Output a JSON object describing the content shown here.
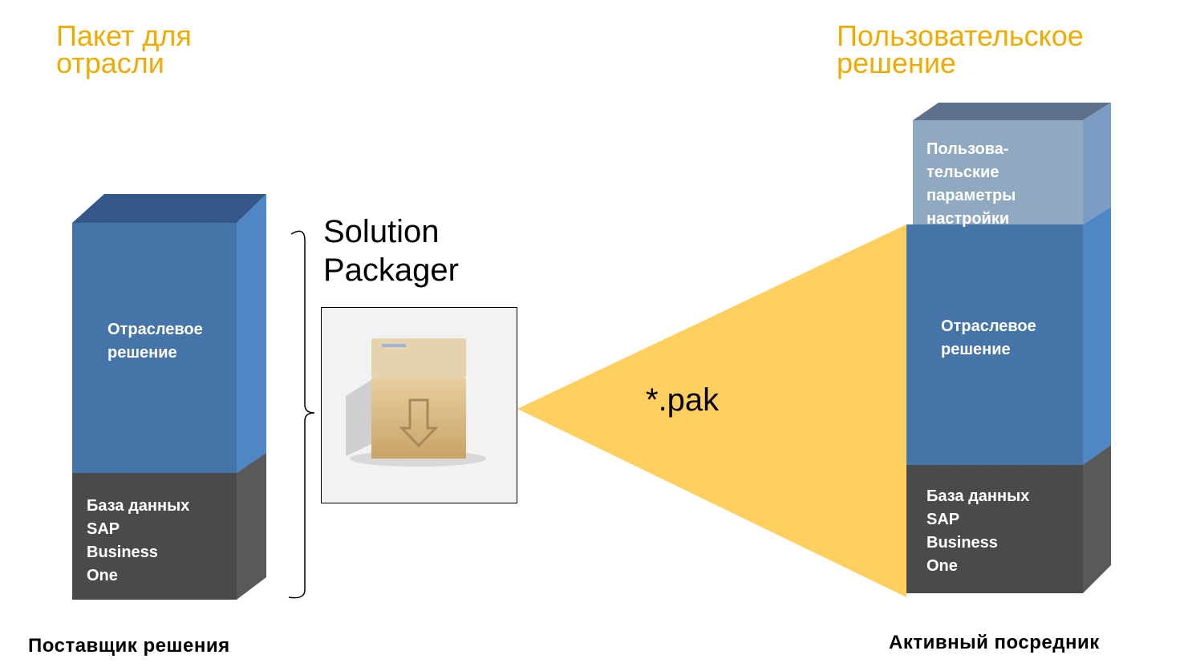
{
  "left": {
    "heading": "Пакет для\nотрасли",
    "top_block": "Отраслевое\nрешение",
    "bottom_block": "База данных\nSAP\nBusiness\nOne",
    "caption": "Поставщик решения"
  },
  "middle": {
    "packager_label": "Solution\nPackager",
    "file_label": "*.pak"
  },
  "right": {
    "heading": "Пользовательское\nрешение",
    "top_block": "Пользова-\nтельские\nпараметры\nнастройки",
    "middle_block": "Отраслевое\nрешение",
    "bottom_block": "База данных\nSAP\nBusiness\nOne",
    "caption": "Активный посредник"
  },
  "colors": {
    "heading": "#F0AB00",
    "blue_front": "#4575A8",
    "dark_front": "#4A4A4A",
    "light_front": "#8FA9C0",
    "wedge": "#FFD05F"
  },
  "icons": {
    "package": "package-download-icon"
  }
}
